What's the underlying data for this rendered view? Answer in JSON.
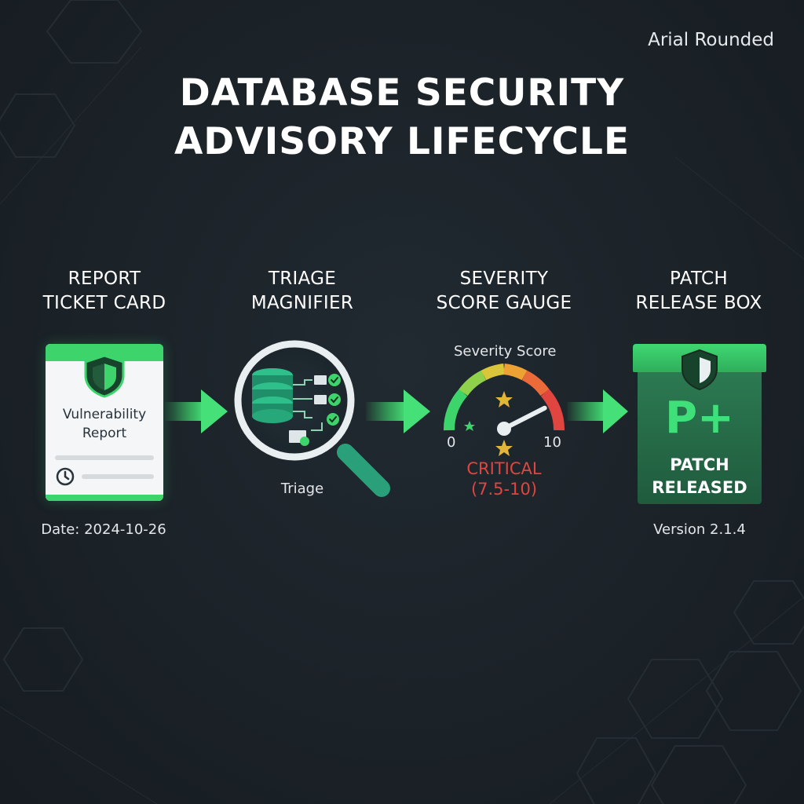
{
  "font_note": "Arial Rounded",
  "title": {
    "line1": "DATABASE SECURITY",
    "line2": "ADVISORY LIFECYCLE"
  },
  "steps": [
    {
      "label_line1": "REPORT",
      "label_line2": "TICKET CARD",
      "card_line1": "Vulnerability",
      "card_line2": "Report",
      "caption": "Date: 2024-10-26"
    },
    {
      "label_line1": "TRIAGE",
      "label_line2": "MAGNIFIER",
      "caption": "Triage"
    },
    {
      "label_line1": "SEVERITY",
      "label_line2": "SCORE GAUGE",
      "gauge_title": "Severity Score",
      "gauge_min": "0",
      "gauge_max": "10",
      "gauge_value": 8.5,
      "critical_line1": "CRITICAL",
      "critical_line2": "(7.5-10)"
    },
    {
      "label_line1": "PATCH",
      "label_line2": "RELEASE BOX",
      "box_symbol": "P+",
      "box_line1": "PATCH",
      "box_line2": "RELEASED",
      "caption": "Version 2.1.4"
    }
  ],
  "colors": {
    "accent_green": "#3ed46c",
    "dark_green": "#1f5b3d",
    "critical_red": "#e0453f",
    "background": "#1a2026"
  },
  "icons": [
    "shield-icon",
    "clock-icon",
    "database-icon",
    "magnifier-icon",
    "gauge-icon",
    "arrow-right-icon",
    "box-icon"
  ]
}
